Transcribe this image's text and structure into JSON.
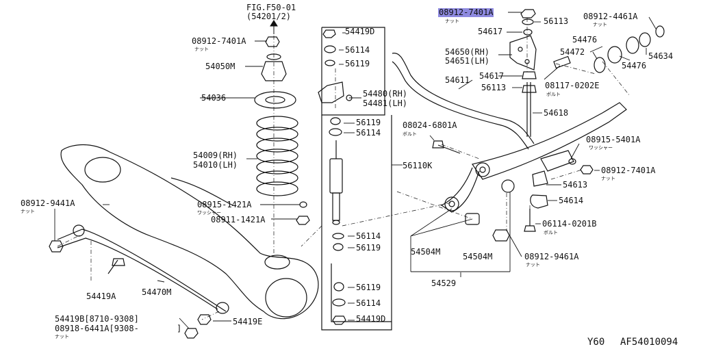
{
  "labels": {
    "fig_ref": "FIG.F50-01",
    "fig_ref2": "(54201/2)",
    "p_08912_7401A_top": "08912-7401A",
    "p_08912_7401A_left": "08912-7401A",
    "p_08912_7401A_right": "08912-7401A",
    "p_08912_4461A": "08912-4461A",
    "p_56113_top": "56113",
    "p_56113_mid": "56113",
    "p_54617_top": "54617",
    "p_54617_mid": "54617",
    "p_54650": "54650(RH)",
    "p_54651": "54651(LH)",
    "p_54476_a": "54476",
    "p_54476_b": "54476",
    "p_54472": "54472",
    "p_54634": "54634",
    "p_54611": "54611",
    "p_08117": "08117-0202E",
    "p_54618": "54618",
    "p_54419D_top": "54419D",
    "p_54419D_bot": "54419D",
    "p_56114_a": "56114",
    "p_56114_b": "56114",
    "p_56114_c": "56114",
    "p_56114_d": "56114",
    "p_56119_a": "56119",
    "p_56119_b": "56119",
    "p_56119_c": "56119",
    "p_56119_d": "56119",
    "p_54480": "54480(RH)",
    "p_54481": "54481(LH)",
    "p_54050M": "54050M",
    "p_54036": "54036",
    "p_54009": "54009(RH)",
    "p_54010": "54010(LH)",
    "p_56110K": "56110K",
    "p_08024": "08024-6801A",
    "p_08915_5401A": "08915-5401A",
    "p_54613": "54613",
    "p_54614": "54614",
    "p_06114": "06114-0201B",
    "p_08912_9441A": "08912-9441A",
    "p_08915_1421A": "08915-1421A",
    "p_08911_1421A": "08911-1421A",
    "p_54504M_a": "54504M",
    "p_54504M_b": "54504M",
    "p_08912_9461A": "08912-9461A",
    "p_54529": "54529",
    "p_54419A": "54419A",
    "p_54470M": "54470M",
    "p_54419E": "54419E",
    "p_54419B": "54419B[8710-9308]",
    "p_08918": "08918-6441A[9308-",
    "p_bracket": "]"
  },
  "jp": {
    "nut": "ナット",
    "bolt": "ボルト",
    "washer": "ワッシャー"
  },
  "footer": {
    "model": "Y60",
    "code": "AF54010094"
  },
  "colors": {
    "highlight": "#8e8ae0",
    "ink": "#111111"
  }
}
